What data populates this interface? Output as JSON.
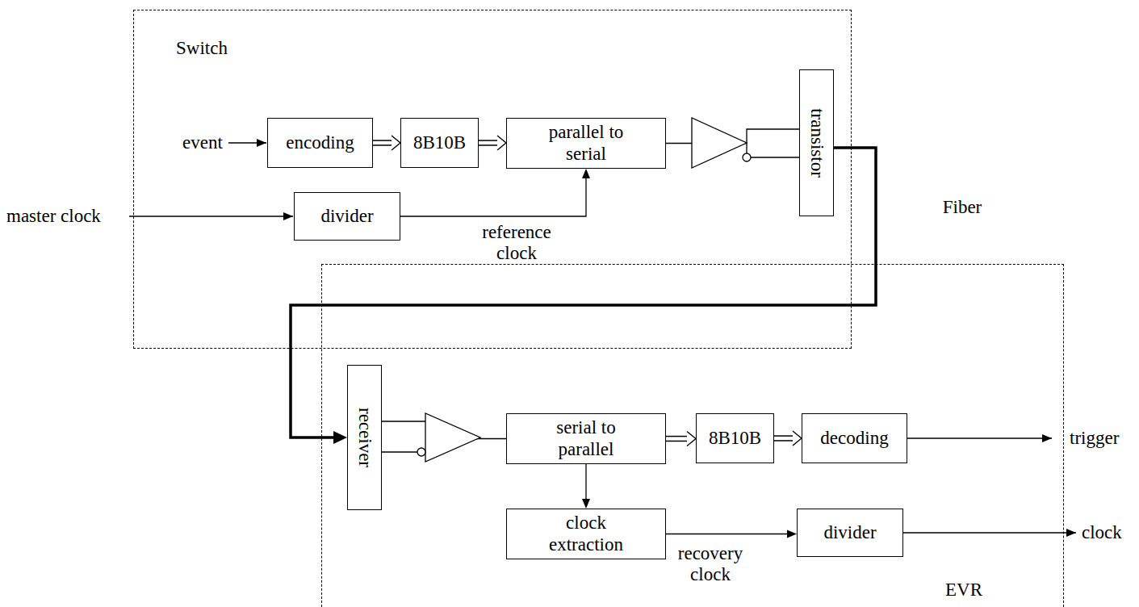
{
  "diagram": {
    "nodes": [
      {
        "text": [
          "Switch"
        ]
      },
      {
        "text": [
          "encoding"
        ],
        "in": 0
      },
      {
        "text": [
          "8B10B"
        ],
        "in": 0
      },
      {
        "text": [
          "parallel to serial"
        ],
        "in": 0
      },
      {
        "text": [
          "transistor"
        ],
        "in": 0
      },
      {
        "text": [
          "divider"
        ],
        "in": 0
      },
      {
        "text": [
          "EVR"
        ]
      },
      {
        "text": [
          "receiver"
        ],
        "in": 6
      },
      {
        "text": [
          "serial to parallel"
        ],
        "in": 6
      },
      {
        "text": [
          "8B10B"
        ],
        "in": 6
      },
      {
        "text": [
          "decoding"
        ],
        "in": 6
      },
      {
        "text": [
          "clock extraction"
        ],
        "in": 6
      },
      {
        "text": [
          "divider"
        ],
        "in": 6
      }
    ],
    "edges": [
      {
        "from": 1,
        "to": 2,
        "arrow": "to"
      },
      {
        "from": 2,
        "to": 3,
        "arrow": "to"
      },
      {
        "from": 3,
        "to": 4,
        "arrow": "none"
      },
      {
        "from": 5,
        "to": 3,
        "arrow": "to"
      },
      {
        "from": 4,
        "to": 7,
        "arrow": "to"
      },
      {
        "from": 7,
        "to": 8,
        "arrow": "none"
      },
      {
        "from": 8,
        "to": 9,
        "arrow": "to"
      },
      {
        "from": 9,
        "to": 10,
        "arrow": "to"
      },
      {
        "from": 8,
        "to": 11,
        "arrow": "to"
      },
      {
        "from": 11,
        "to": 12,
        "arrow": "to"
      }
    ],
    "labels": [
      "event",
      "master clock",
      "reference clock",
      "Fiber",
      "trigger",
      "clock",
      "recovery clock"
    ]
  }
}
